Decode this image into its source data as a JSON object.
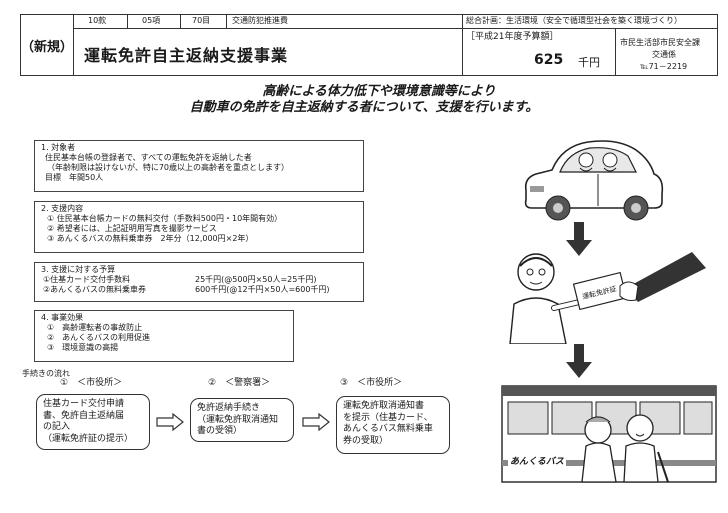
{
  "header": {
    "budget_codes": [
      "10款",
      "05項",
      "70目",
      "交通防犯推進費"
    ],
    "label_new": "（新規）",
    "title": "運転免許自主返納支援事業",
    "plan_label": "総合計画：生活環境（安全で循環型社会を築く環境づくり）",
    "budget_label": "［平成21年度予算額］",
    "budget_amount": "625",
    "budget_unit": "千円",
    "dept_line1": "市民生活部市民安全課",
    "dept_line2": "交通係",
    "dept_tel": "℡71－2219"
  },
  "headline": {
    "line1": "高齢による体力低下や環境意識等により",
    "line2": "自動車の免許を自主返納する者について、支援を行います。"
  },
  "sections": {
    "target": {
      "heading": "1. 対象者",
      "lines": [
        "住民基本台帳の登録者で、すべての運転免許を返納した者",
        "（年齢制限は設けないが、特に70歳以上の高齢者を重点とします）",
        "目標　年間50人"
      ]
    },
    "support": {
      "heading": "2. 支援内容",
      "lines": [
        "① 住民基本台帳カードの無料交付（手数料500円・10年間有効）",
        "② 希望者には、上記証明用写真を撮影サービス",
        "③ あんくるバスの無料乗車券　2年分（12,000円×2年）"
      ]
    },
    "budget": {
      "heading": "3. 支援に対する予算",
      "rows": [
        {
          "item": "①住基カード交付手数料",
          "amount": "25千円(@500円×50人=25千円)"
        },
        {
          "item": "②あんくるバスの無料乗車券",
          "amount": "600千円(@12千円×50人=600千円)"
        }
      ]
    },
    "effects": {
      "heading": "4. 事業効果",
      "lines": [
        "①　高齢運転者の事故防止",
        "②　あんくるバスの利用促進",
        "③　環境意識の高揚"
      ]
    }
  },
  "flow": {
    "title": "手続きの流れ",
    "steps": [
      {
        "header": "①　＜市役所＞",
        "lines": [
          "住基カード交付申請",
          "書、免許自主返納届",
          "の記入",
          "（運転免許証の提示）"
        ]
      },
      {
        "header": "②　＜警察署＞",
        "lines": [
          "免許返納手続き",
          "（運転免許取消通知",
          "書の受領）"
        ]
      },
      {
        "header": "③　＜市役所＞",
        "lines": [
          "運転免許取消通知書",
          "を提示（住基カード、",
          "あんくるバス無料乗車",
          "券の受取）"
        ]
      }
    ]
  },
  "illustrations": {
    "card_label": "運転免許証",
    "bus_label": "あんくるバス"
  }
}
